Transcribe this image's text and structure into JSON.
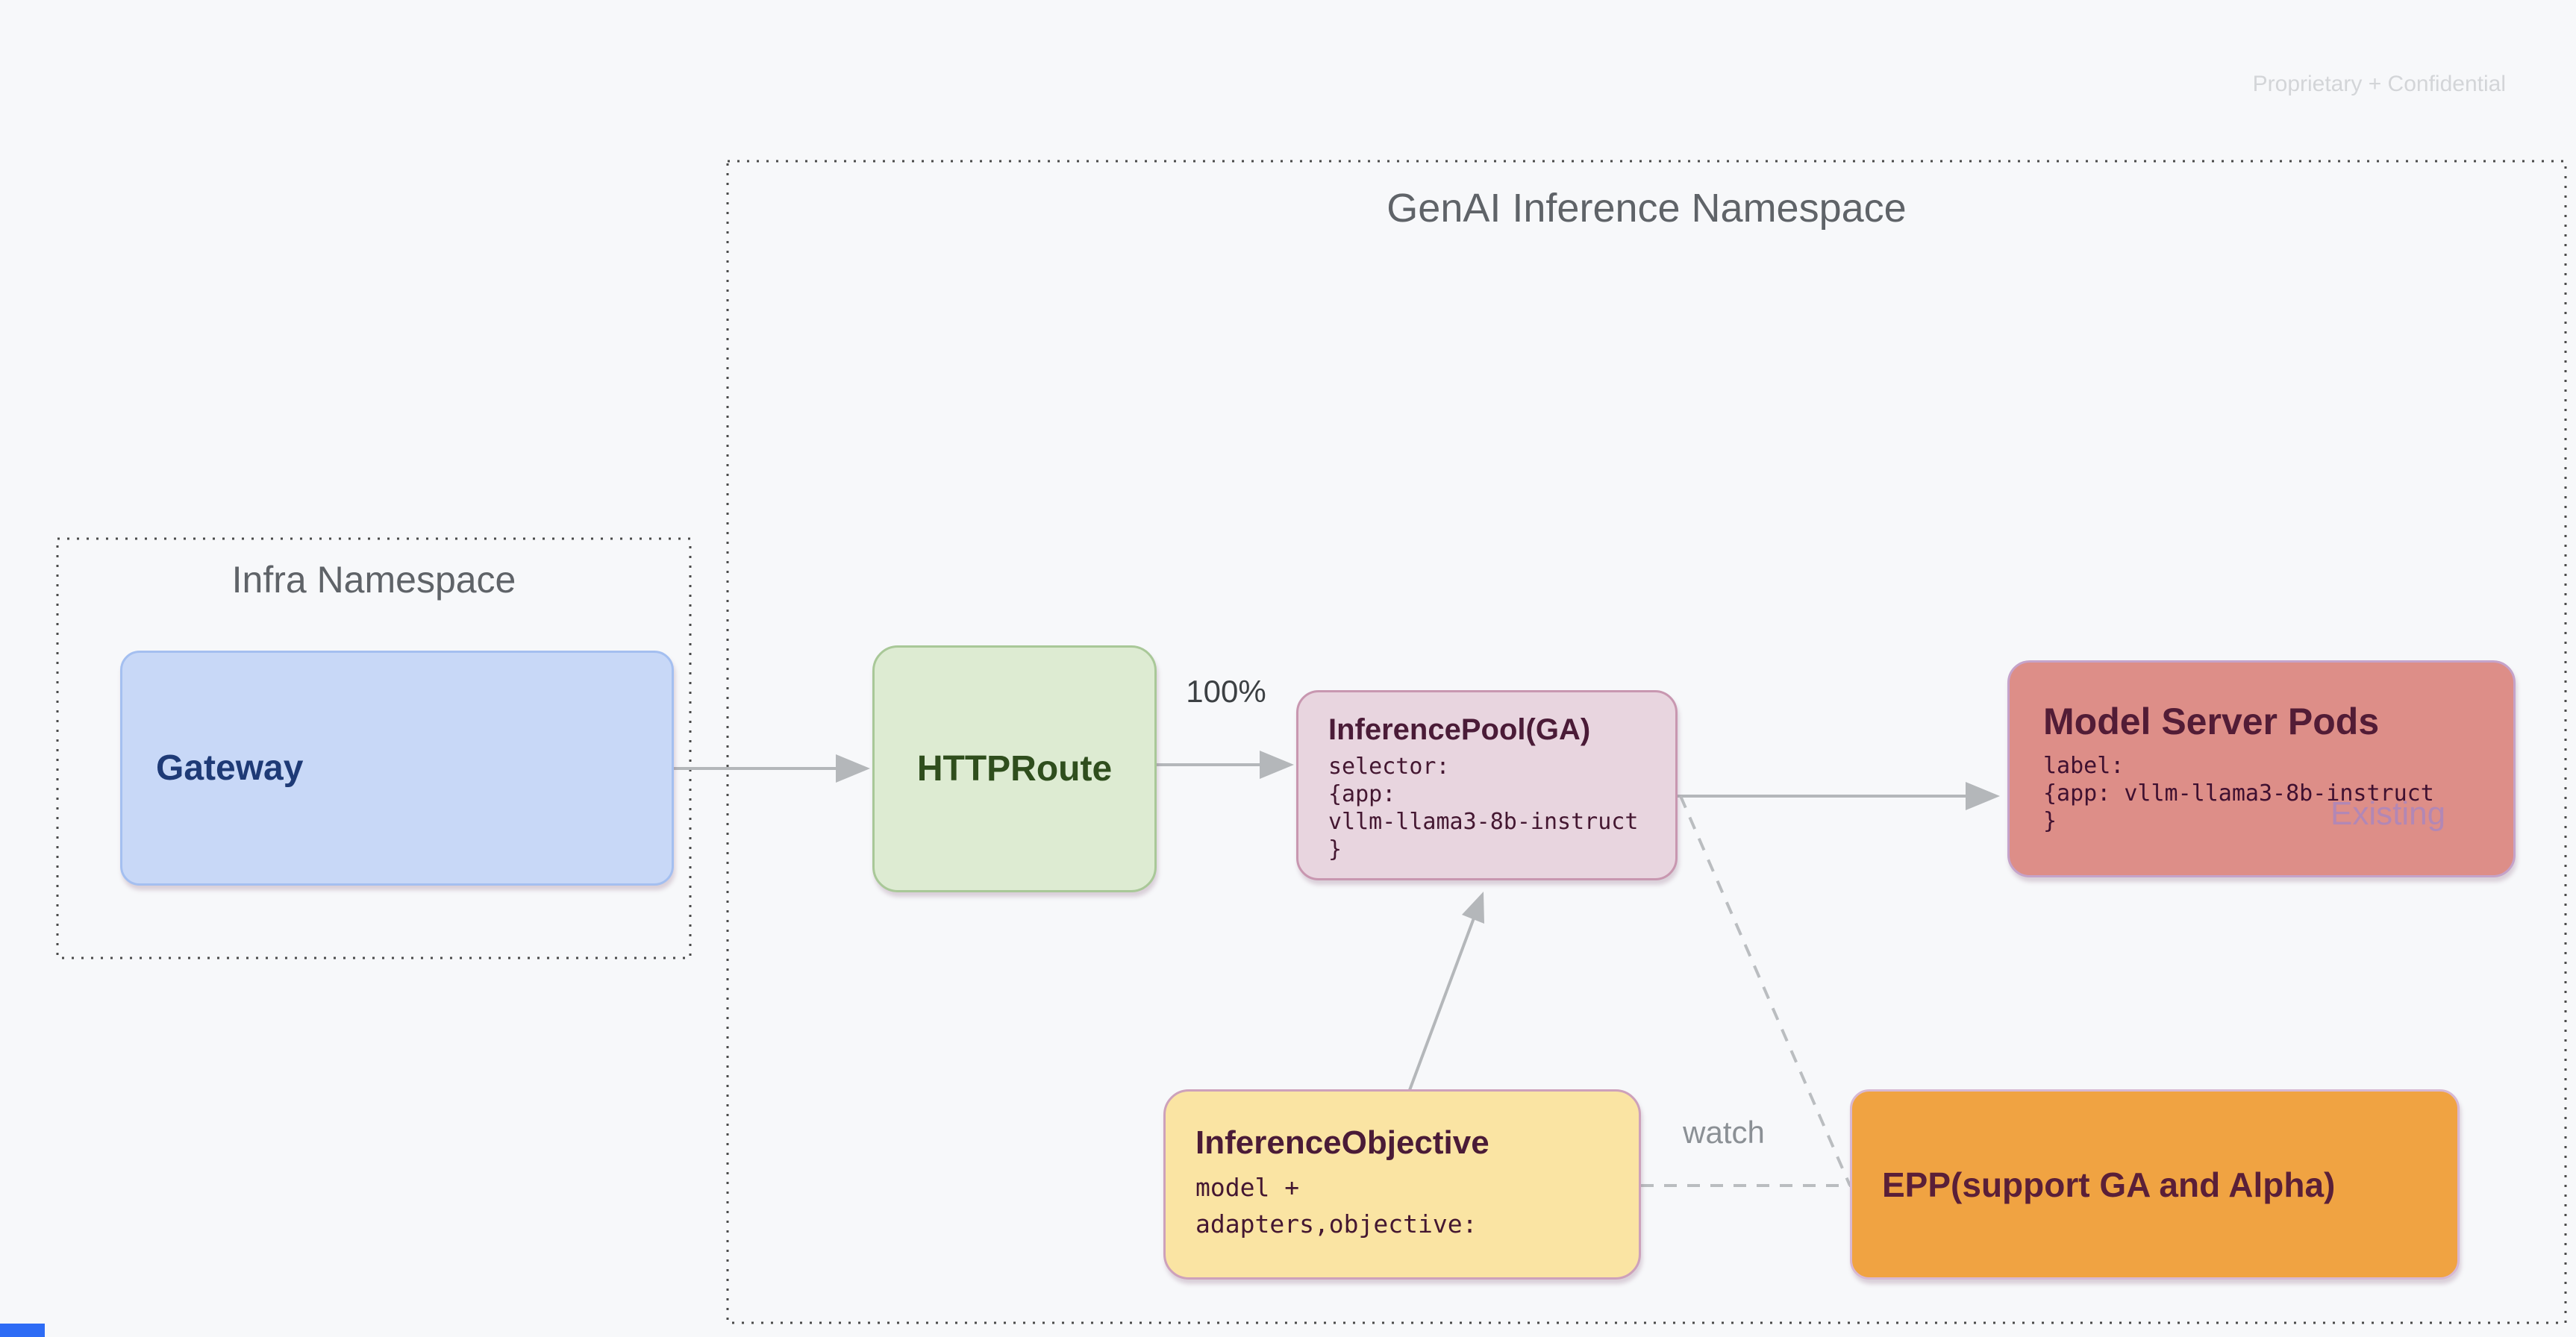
{
  "page": {
    "confidentiality_note": "Proprietary + Confidential"
  },
  "namespaces": {
    "genai": {
      "title": "GenAI Inference Namespace"
    },
    "infra": {
      "title": "Infra Namespace"
    }
  },
  "nodes": {
    "gateway": {
      "title": "Gateway"
    },
    "httproute": {
      "title": "HTTPRoute"
    },
    "inference_pool": {
      "title": "InferencePool(GA)",
      "code": "selector:\n{app:\nvllm-llama3-8b-instruct\n}"
    },
    "model_server_pods": {
      "title": "Model Server Pods",
      "code": "label:\n{app: vllm-llama3-8b-instruct\n}",
      "badge": "Existing"
    },
    "inference_objective": {
      "title": "InferenceObjective",
      "code": "model +\nadapters,objective:"
    },
    "epp": {
      "title": "EPP(support GA and Alpha)"
    }
  },
  "edges": {
    "httproute_to_pool_label": "100%",
    "epp_watch_label": "watch"
  },
  "colors": {
    "background": "#f7f8fa",
    "namespace_border": "#4a4a4a",
    "namespace_title": "#5f6368",
    "gateway_fill": "#c8d8f7",
    "gateway_border": "#a4bff0",
    "gateway_text": "#1e3a76",
    "httproute_fill": "#ddebd2",
    "httproute_border": "#a9c898",
    "httproute_text": "#2f4e1d",
    "inference_pool_fill": "#e8d5df",
    "inference_pool_border": "#c897b0",
    "inference_pool_text": "#4a1b37",
    "model_server_pods_fill": "#dd8e88",
    "model_server_pods_border": "#c5a3ca",
    "model_server_pods_text": "#521c36",
    "existing_badge_text": "#b287b5",
    "inference_objective_fill": "#fae4a3",
    "inference_objective_border": "#cda1bb",
    "epp_fill": "#f0a342",
    "epp_border": "#d7b8d3",
    "epp_text": "#5a1f38",
    "arrow": "#b4b7ba",
    "dashed_edge": "#babdc0",
    "percent_label_text": "#3c4043",
    "watch_label_text": "#8b9095",
    "confidential_text": "#d3d5d8",
    "accent_bar": "#2e6cf5"
  }
}
